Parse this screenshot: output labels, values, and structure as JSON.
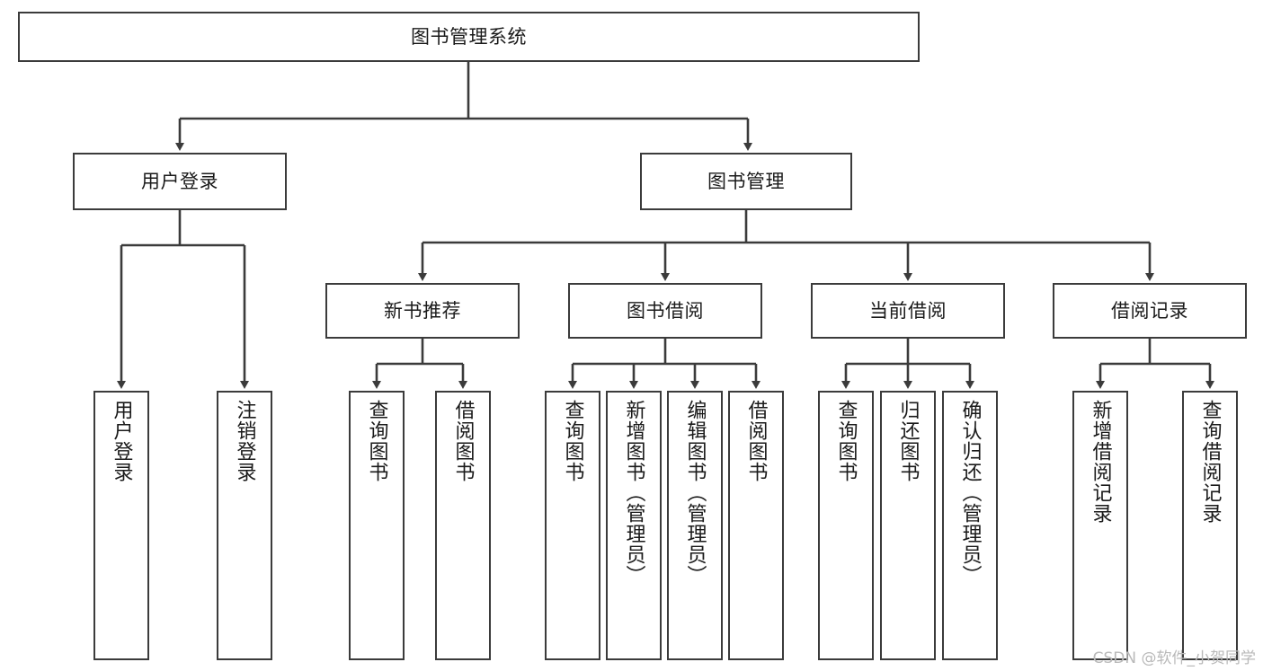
{
  "diagram": {
    "title": "图书管理系统",
    "type": "tree",
    "watermark": "CSDN @软件_小贺同学",
    "colors": {
      "stroke": "#3b3b3b",
      "fill": "#ffffff",
      "text": "#1a1a1a",
      "watermark": "#b9b9b9"
    },
    "levels": {
      "root": {
        "label": "图书管理系统"
      },
      "level2": [
        {
          "label": "用户登录"
        },
        {
          "label": "图书管理"
        }
      ],
      "level3": [
        {
          "label": "新书推荐"
        },
        {
          "label": "图书借阅"
        },
        {
          "label": "当前借阅"
        },
        {
          "label": "借阅记录"
        }
      ],
      "leaves": {
        "user_login": [
          {
            "label": "用户登录"
          },
          {
            "label": "注销登录"
          }
        ],
        "new_book": [
          {
            "label": "查询图书"
          },
          {
            "label": "借阅图书"
          }
        ],
        "book_borrow": [
          {
            "label": "查询图书"
          },
          {
            "label": "新增图书（管理员）"
          },
          {
            "label": "编辑图书（管理员）"
          },
          {
            "label": "借阅图书"
          }
        ],
        "current_borrow": [
          {
            "label": "查询图书"
          },
          {
            "label": "归还图书"
          },
          {
            "label": "确认归还（管理员）"
          }
        ],
        "borrow_record": [
          {
            "label": "新增借阅记录"
          },
          {
            "label": "查询借阅记录"
          }
        ]
      }
    }
  }
}
